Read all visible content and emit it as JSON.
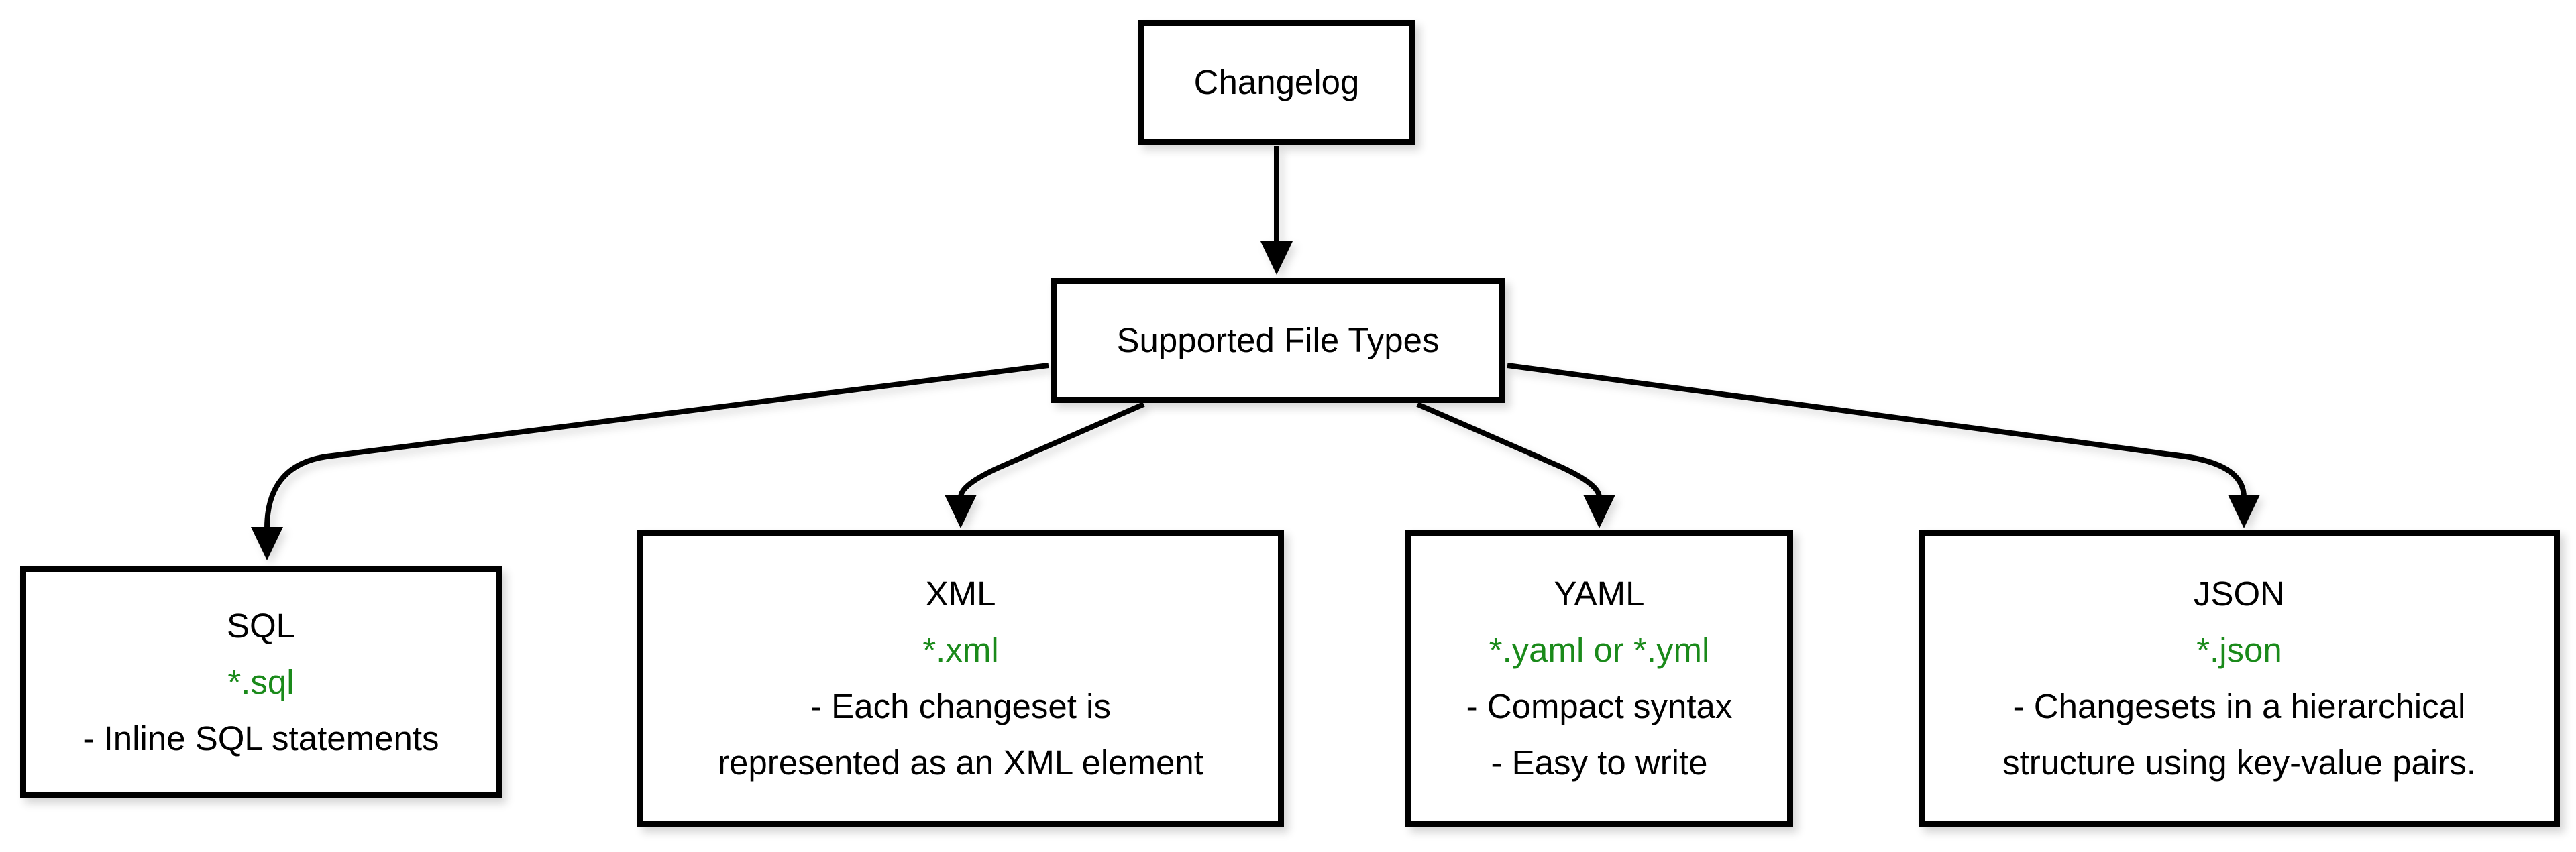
{
  "diagram": {
    "title_node": {
      "label": "Changelog"
    },
    "hub_node": {
      "label": "Supported File Types"
    },
    "file_types": [
      {
        "title": "SQL",
        "extension": "*.sql",
        "description_lines": [
          "- Inline SQL statements"
        ]
      },
      {
        "title": "XML",
        "extension": "*.xml",
        "description_lines": [
          "- Each changeset is",
          "represented as an XML element"
        ]
      },
      {
        "title": "YAML",
        "extension": "*.yaml or *.yml",
        "description_lines": [
          "- Compact syntax",
          "- Easy to write"
        ]
      },
      {
        "title": "JSON",
        "extension": "*.json",
        "description_lines": [
          "- Changesets in a hierarchical",
          "structure using key-value pairs."
        ]
      }
    ],
    "colors": {
      "background": "#ffffff",
      "box_fill": "#ffffff",
      "box_border": "#000000",
      "text": "#000000",
      "extension_text": "#1a8a1a",
      "connector": "#000000"
    }
  }
}
